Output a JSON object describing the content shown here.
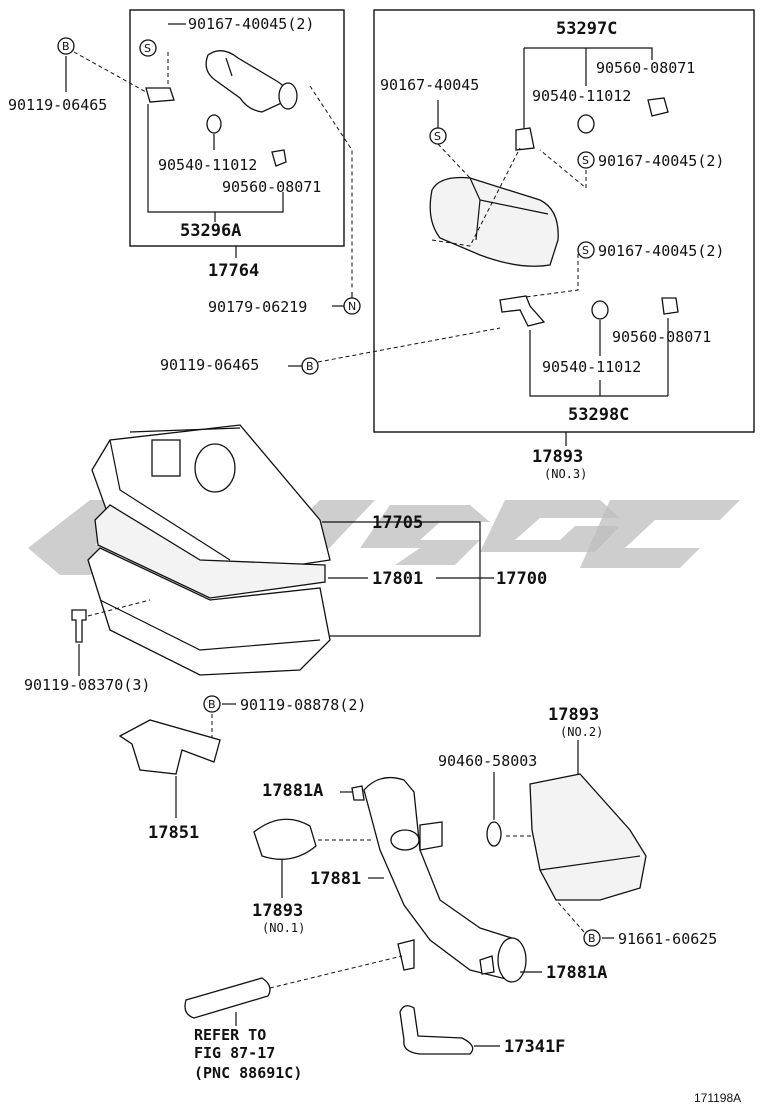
{
  "diagram_id": "171198A",
  "group_17764": {
    "label": "17764",
    "sub_label": "53296A",
    "parts": {
      "clip_s": "90167-40045(2)",
      "bolt_b": "90119-06465",
      "grommet": "90540-11012",
      "cushion": "90560-08071"
    },
    "nut_n": "90179-06219"
  },
  "group_17893_no3": {
    "label": "17893",
    "sub": "(NO.3)",
    "top_label": "53297C",
    "bottom_label": "53298C",
    "parts": {
      "clip_left": "90167-40045",
      "cushion_top": "90560-08071",
      "grommet_top": "90540-11012",
      "clip_s1": "90167-40045(2)",
      "clip_s2": "90167-40045(2)",
      "cushion_bot": "90560-08071",
      "grommet_bot": "90540-11012"
    },
    "bolt_b": "90119-06465"
  },
  "air_cleaner": {
    "assy": "17700",
    "cap": "17705",
    "element": "17801",
    "bolt": "90119-08370(3)"
  },
  "bracket": {
    "label": "17851",
    "bolt_b": "90119-08878(2)"
  },
  "intake": {
    "hose": "17881",
    "clamp_top": "17881A",
    "clamp_bottom": "17881A",
    "cover_no1": "17893",
    "cover_no1_sub": "(NO.1)",
    "cover_no2": "17893",
    "cover_no2_sub": "(NO.2)",
    "grommet": "90460-58003",
    "screw_b": "91661-60625",
    "hose_small": "17341F"
  },
  "reference": {
    "line1": "REFER TO",
    "line2": "FIG 87-17",
    "line3": "(PNC 88691C)"
  },
  "markers": {
    "b": "B",
    "s": "S",
    "n": "N"
  }
}
